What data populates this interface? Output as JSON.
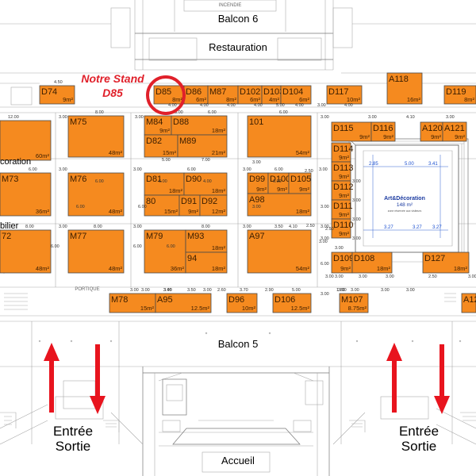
{
  "labels": {
    "incendie": "INCENDIE",
    "balcon6": "Balcon 6",
    "restauration": "Restauration",
    "balcon5": "Balcon 5",
    "accueil": "Accueil",
    "portique": "PORTIQUE",
    "decoration_partial": "coration",
    "mobilier_partial": "bilier",
    "entree": "Entrée",
    "sortie": "Sortie"
  },
  "annotation": {
    "line1": "Notre Stand",
    "line2": "D85"
  },
  "central_area": {
    "name": "Art&Décoration",
    "area": "148 m²",
    "note": "zone réservée aux visiteurs"
  },
  "colors": {
    "booth_fill": "#f58a1f",
    "annotation_red": "#e0202a",
    "dimension_blue": "#1a4fd0"
  },
  "booths": [
    {
      "id": "D74",
      "area": "9m²"
    },
    {
      "id": "D85",
      "area": "8m²",
      "highlight": true
    },
    {
      "id": "D86",
      "area": "6m²"
    },
    {
      "id": "M87",
      "area": "8m²"
    },
    {
      "id": "D102",
      "area": "6m²"
    },
    {
      "id": "D103",
      "area": "4m²"
    },
    {
      "id": "D104",
      "area": "6m²"
    },
    {
      "id": "D117",
      "area": "10m²"
    },
    {
      "id": "A118",
      "area": "16m²"
    },
    {
      "id": "D119",
      "area": "8m²"
    },
    {
      "id": "",
      "area": "60m²"
    },
    {
      "id": "M75",
      "area": "48m²"
    },
    {
      "id": "M84",
      "area": "9m²"
    },
    {
      "id": "D88",
      "area": "18m²"
    },
    {
      "id": "D82",
      "area": "15m²"
    },
    {
      "id": "M89",
      "area": "21m²"
    },
    {
      "id": "101",
      "area": "54m²"
    },
    {
      "id": "D115",
      "area": "9m²"
    },
    {
      "id": "D116",
      "area": "9m²"
    },
    {
      "id": "A120",
      "area": "9m²"
    },
    {
      "id": "A121",
      "area": "9m²"
    },
    {
      "id": "M73",
      "area": "36m²"
    },
    {
      "id": "M76",
      "area": "48m²"
    },
    {
      "id": "D81",
      "area": "18m²"
    },
    {
      "id": "D90",
      "area": "18m²"
    },
    {
      "id": "80",
      "area": "15m²"
    },
    {
      "id": "D91",
      "area": "9m²"
    },
    {
      "id": "D92",
      "area": "12m²"
    },
    {
      "id": "D99",
      "area": "9m²"
    },
    {
      "id": "D100",
      "area": "9m²"
    },
    {
      "id": "D105",
      "area": "9m²"
    },
    {
      "id": "A98",
      "area": "18m²"
    },
    {
      "id": "D114",
      "area": "9m²"
    },
    {
      "id": "D113",
      "area": "9m²"
    },
    {
      "id": "D112",
      "area": "9m²"
    },
    {
      "id": "D111",
      "area": "9m²"
    },
    {
      "id": "D110",
      "area": "9m²"
    },
    {
      "id": "D109",
      "area": "9m²"
    },
    {
      "id": "D108",
      "area": "18m²"
    },
    {
      "id": "D127",
      "area": "18m²"
    },
    {
      "id": "72",
      "area": "48m²"
    },
    {
      "id": "M77",
      "area": "48m²"
    },
    {
      "id": "M79",
      "area": "36m²"
    },
    {
      "id": "M93",
      "area": "18m²"
    },
    {
      "id": "94",
      "area": "18m²"
    },
    {
      "id": "A97",
      "area": "54m²"
    },
    {
      "id": "M78",
      "area": "15m²"
    },
    {
      "id": "A95",
      "area": "12.5m²"
    },
    {
      "id": "D96",
      "area": "10m²"
    },
    {
      "id": "D106",
      "area": "12.5m²"
    },
    {
      "id": "M107",
      "area": "8.75m²"
    },
    {
      "id": "A12",
      "area": ""
    }
  ],
  "dimensions": [
    "4.50",
    "4.00",
    "4.00",
    "4.00",
    "4.00",
    "5.00",
    "4.00",
    "3.00",
    "4.00",
    "12.00",
    "3.00",
    "8.00",
    "3.00",
    "3.00",
    "6.00",
    "6.00",
    "3.00",
    "3.00",
    "4.10",
    "3.00",
    "6.00",
    "3.00",
    "3.00",
    "3.00",
    "5.00",
    "7.00",
    "3.00",
    "6.00",
    "6.00",
    "3.00",
    "3.00",
    "3.00",
    "3.00",
    "3.00",
    "3.00",
    "3.00",
    "3.00",
    "3.00",
    "3.00",
    "2.50",
    "3.00",
    "2.50",
    "6.00",
    "6.00",
    "3.00",
    "8.00",
    "8.00",
    "3.00",
    "3.00",
    "8.00",
    "3.00",
    "3.50",
    "4.10",
    "3.00",
    "3.00",
    "2.50",
    "3.00",
    "3.00",
    "3.00",
    "3.50",
    "3.00",
    "3.45",
    "2.60",
    "3.70",
    "2.90",
    "5.00",
    "1.80",
    "3.00",
    "6.00",
    "6.00",
    "3.00",
    "6.00",
    "6.00",
    "6.00",
    "4.00",
    "6.00",
    "6.00",
    "3.00",
    "3.00",
    "3.00",
    "2.50",
    "3.00",
    "3.00"
  ]
}
